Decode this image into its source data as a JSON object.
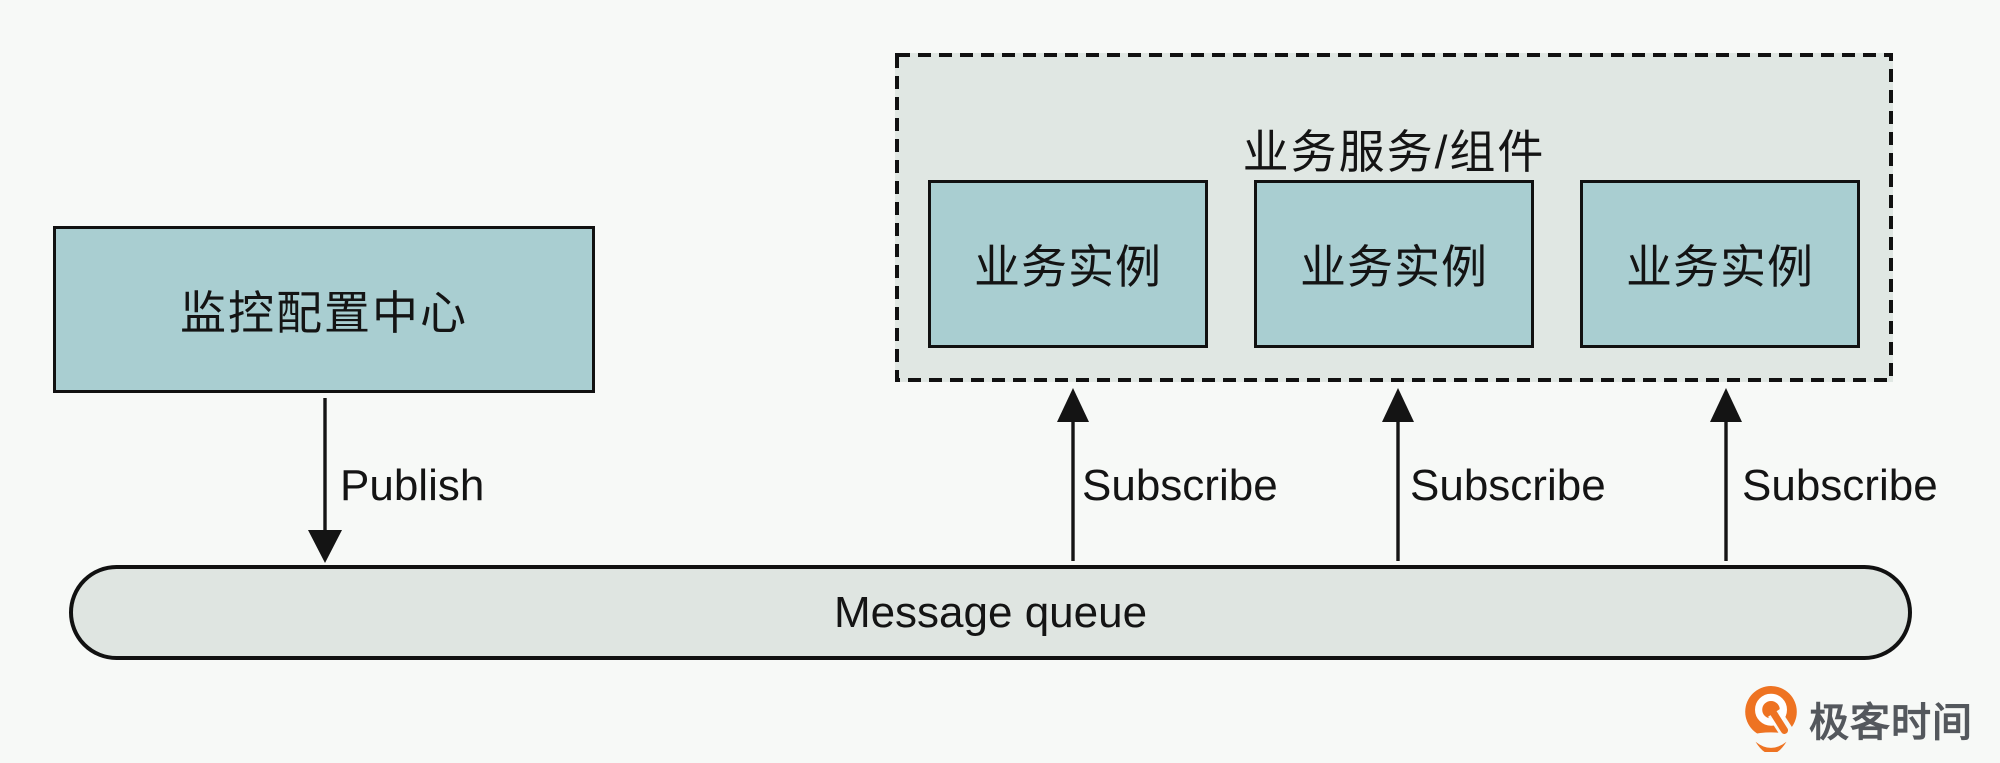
{
  "colors": {
    "background": "#f7f9f7",
    "node_fill": "#a9ced1",
    "group_fill": "#e0e7e3",
    "queue_fill": "#dfe5e1",
    "border": "#111111",
    "text": "#141414",
    "logo_orange": "#ee7322",
    "logo_text": "#54585d"
  },
  "nodes": {
    "config_center": {
      "label": "监控配置中心"
    },
    "services_group": {
      "title": "业务服务/组件",
      "instances": [
        {
          "label": "业务实例"
        },
        {
          "label": "业务实例"
        },
        {
          "label": "业务实例"
        }
      ]
    },
    "queue": {
      "label": "Message queue"
    }
  },
  "edges": {
    "publish": {
      "label": "Publish"
    },
    "subscribes": [
      {
        "label": "Subscribe"
      },
      {
        "label": "Subscribe"
      },
      {
        "label": "Subscribe"
      }
    ]
  },
  "branding": {
    "logo_text": "极客时间"
  }
}
